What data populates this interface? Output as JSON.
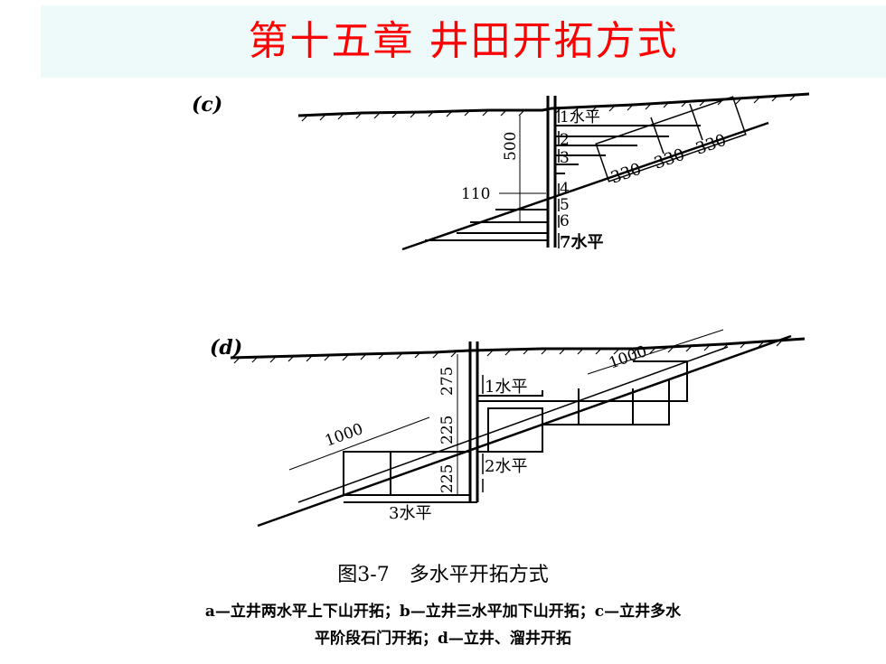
{
  "title": "第十五章 井田开拓方式",
  "panels": {
    "c": {
      "label": "(c)",
      "dim_shaft": "500",
      "dim_left": "110",
      "dim_slope": [
        "330",
        "330",
        "330"
      ],
      "levels": [
        "1水平",
        "2",
        "3",
        "4",
        "5",
        "6",
        "7水平"
      ]
    },
    "d": {
      "label": "(d)",
      "dims_vertical": [
        "275",
        "225",
        "225"
      ],
      "dim_left": "1000",
      "dim_right": "1000",
      "levels": [
        "1水平",
        "2水平",
        "3水平"
      ]
    }
  },
  "caption": {
    "title": "图3-7　多水平开拓方式",
    "line1": "a—立井两水平上下山开拓；b—立井三水平加下山开拓；c—立井多水",
    "line2": "平阶段石门开拓；d—立井、溜井开拓"
  },
  "colors": {
    "title": "#ff0000",
    "title_bg": "#eefafa",
    "line": "#000000"
  }
}
